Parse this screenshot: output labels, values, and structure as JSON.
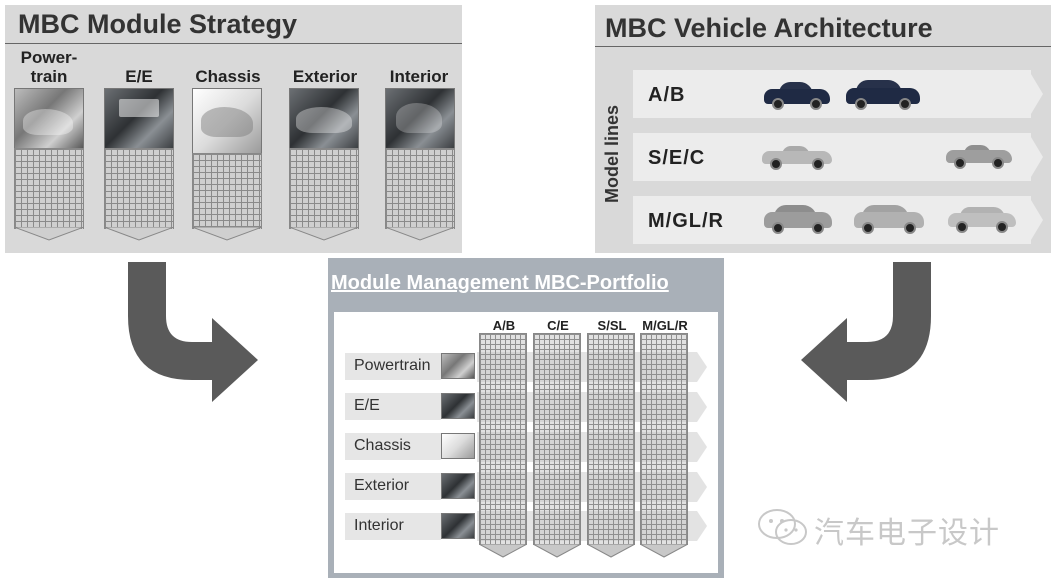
{
  "module_strategy": {
    "title": "MBC Module Strategy",
    "columns": [
      {
        "label": "Power-\ntrain",
        "icon": "powertrain-engine-image"
      },
      {
        "label": "E/E",
        "icon": "dashboard-interior-image"
      },
      {
        "label": "Chassis",
        "icon": "chassis-frame-image"
      },
      {
        "label": "Exterior",
        "icon": "car-front-image"
      },
      {
        "label": "Interior",
        "icon": "car-interior-image"
      }
    ]
  },
  "vehicle_architecture": {
    "title": "MBC Vehicle Architecture",
    "vertical_label": "Model lines",
    "rows": [
      {
        "label": "A/B",
        "cars": [
          "compact-hatchback-dark",
          "compact-mpv-dark"
        ]
      },
      {
        "label": "S/E/C",
        "cars": [
          "sedan-silver",
          "sedan-silver"
        ]
      },
      {
        "label": "M/GL/R",
        "cars": [
          "suv-silver",
          "suv-silver",
          "wagon-silver"
        ]
      }
    ]
  },
  "portfolio": {
    "title": "Module Management MBC-Portfolio",
    "column_headers": [
      "A/B",
      "C/E",
      "S/SL",
      "M/GL/R"
    ],
    "row_labels": [
      "Powertrain",
      "E/E",
      "Chassis",
      "Exterior",
      "Interior"
    ]
  },
  "watermark": "汽车电子设计",
  "colors": {
    "panel_bg": "#d9d9d9",
    "arrow": "#5a5a5a",
    "center_frame": "#a9b0b8",
    "grid": "#cfcfcf"
  }
}
